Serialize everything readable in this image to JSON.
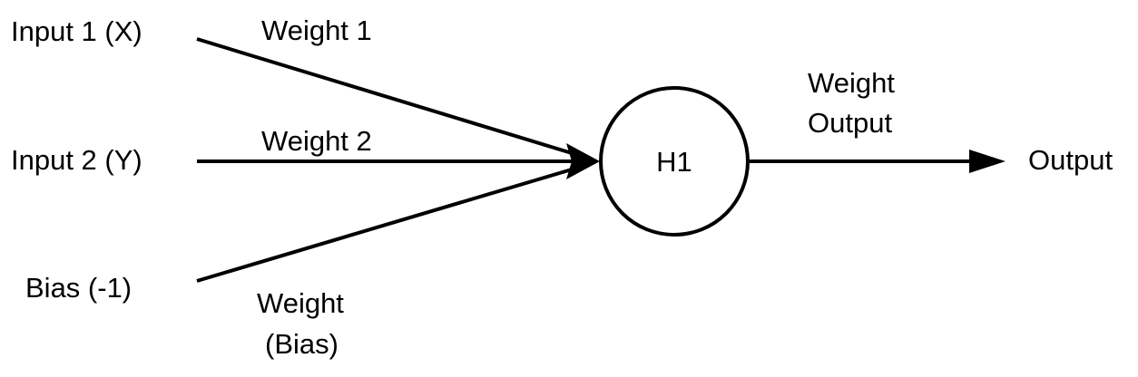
{
  "diagram": {
    "inputs": {
      "input1": "Input 1 (X)",
      "input2": "Input 2 (Y)",
      "bias": "Bias (-1)"
    },
    "weights": {
      "weight1": "Weight 1",
      "weight2": "Weight 2",
      "bias_line1": "Weight",
      "bias_line2": "(Bias)",
      "output_line1": "Weight",
      "output_line2": "Output"
    },
    "node": {
      "label": "H1"
    },
    "output": {
      "label": "Output"
    },
    "colors": {
      "stroke": "#000000",
      "background": "#ffffff"
    }
  }
}
